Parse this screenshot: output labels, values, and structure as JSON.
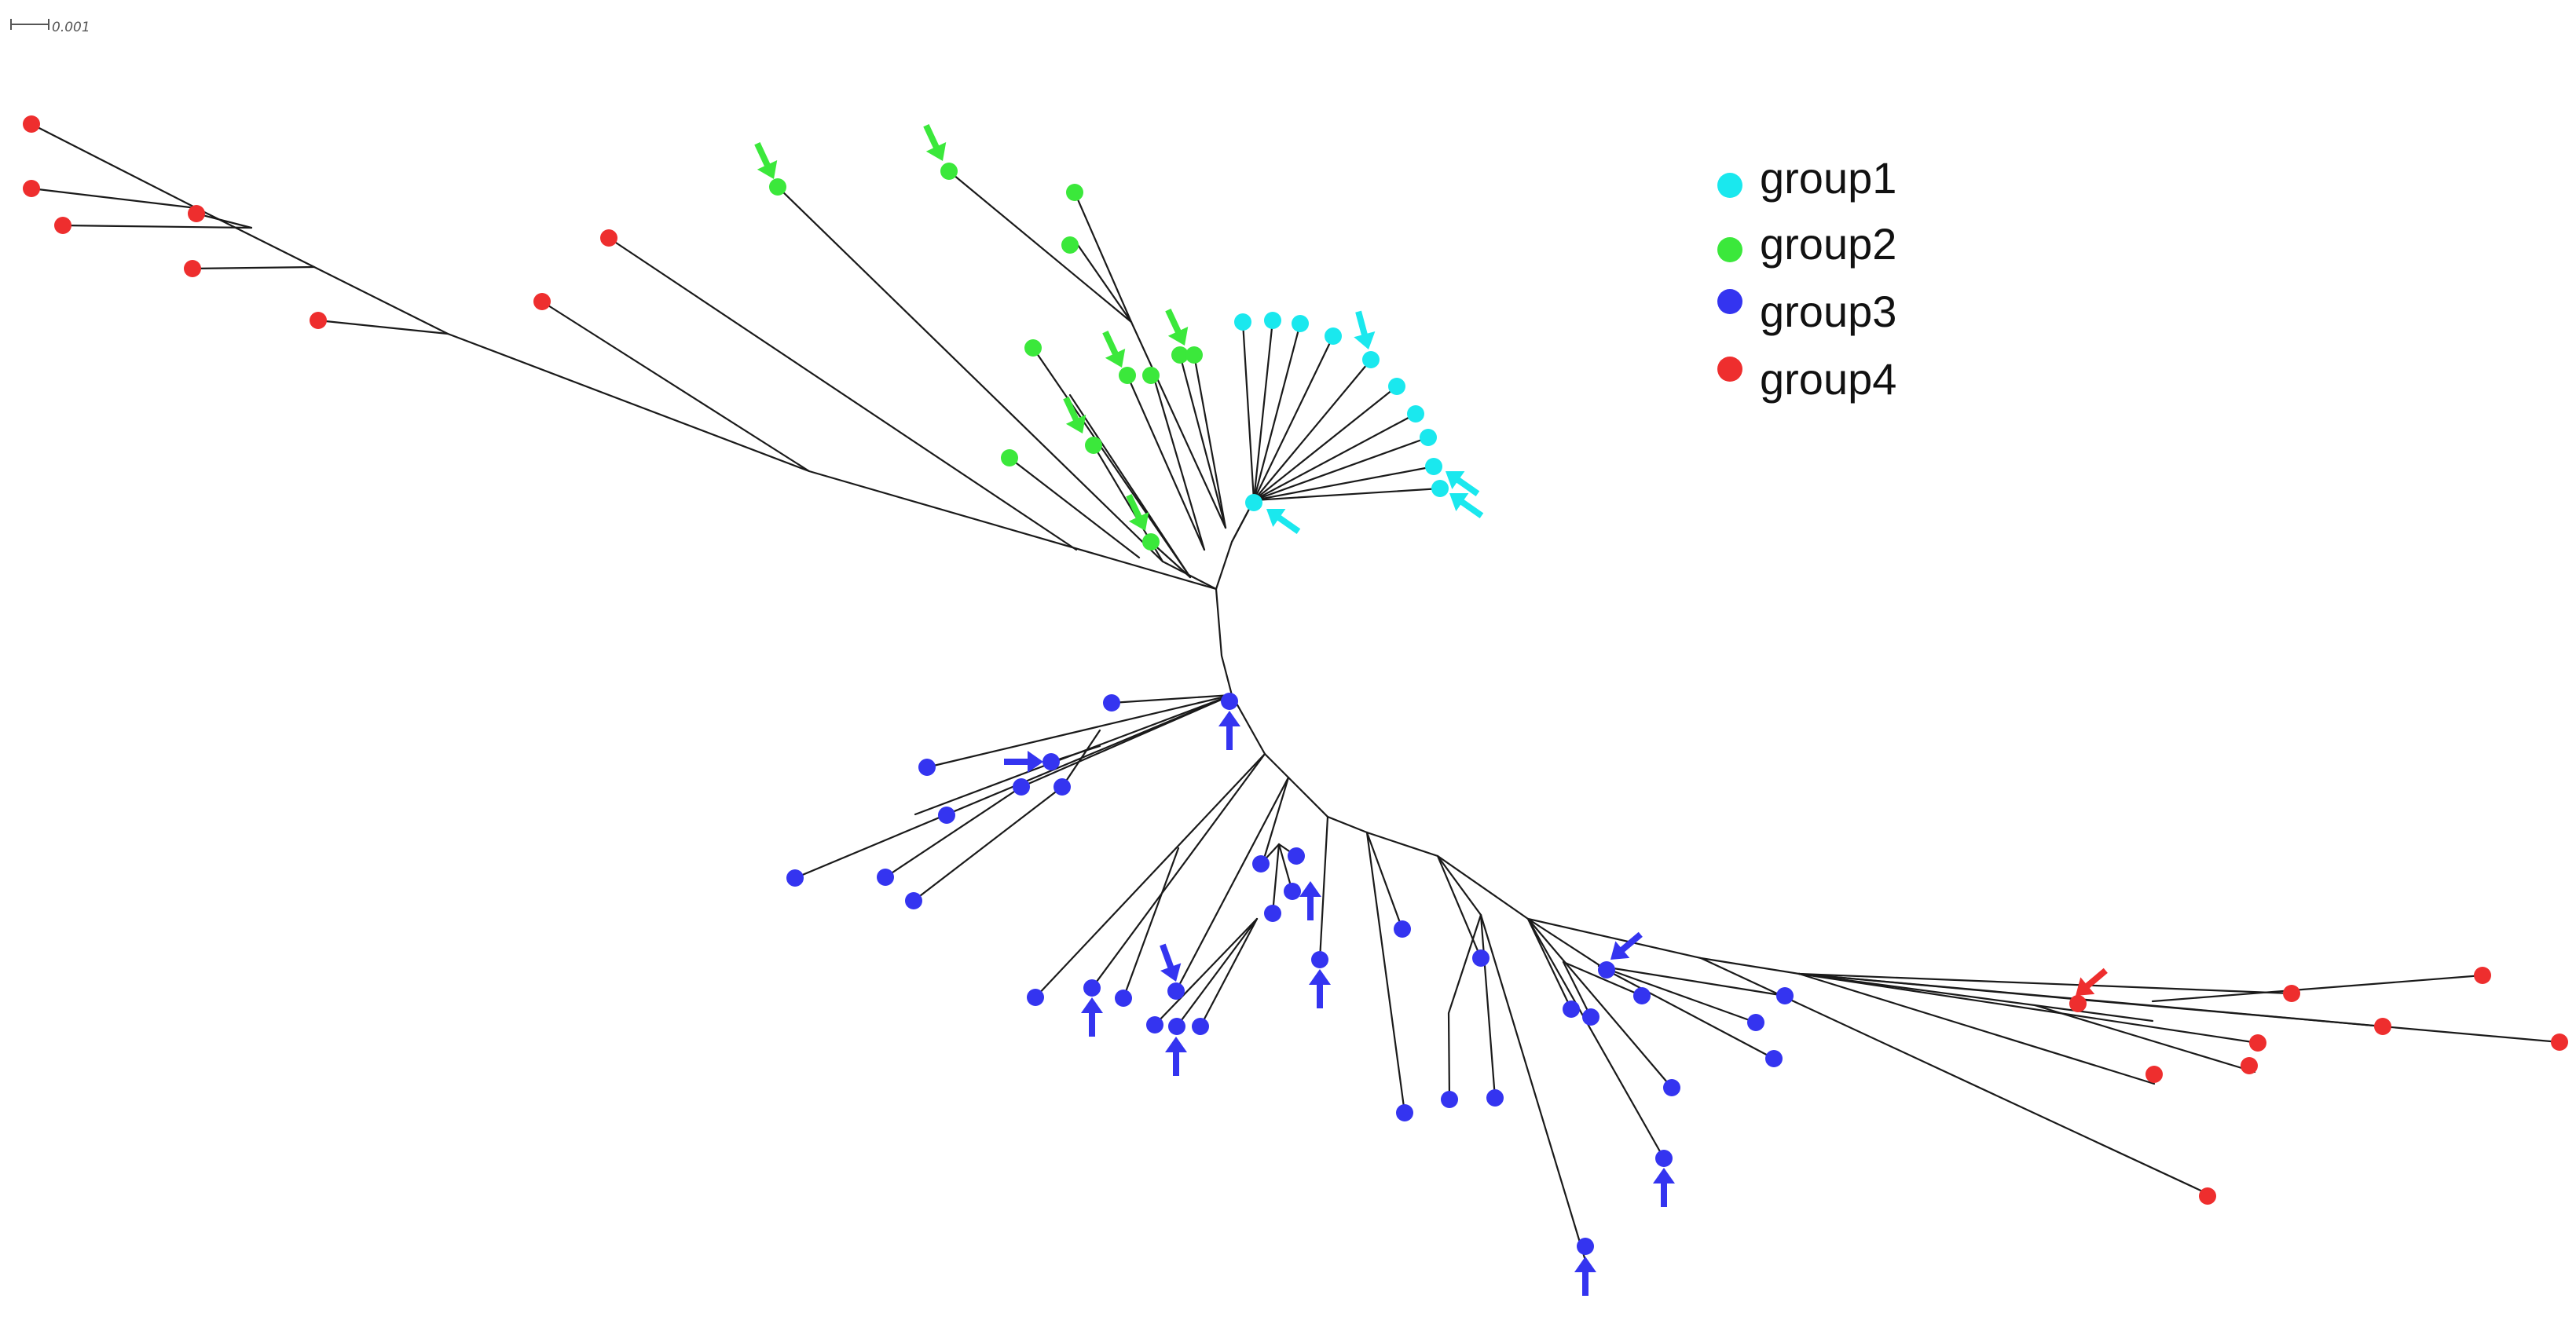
{
  "scale_bar": {
    "label": "0.001"
  },
  "legend": [
    {
      "key": "group1",
      "label": "group1",
      "color": "#1ae8ee"
    },
    {
      "key": "group2",
      "label": "group2",
      "color": "#3be83b"
    },
    {
      "key": "group3",
      "label": "group3",
      "color": "#3434f0"
    },
    {
      "key": "group4",
      "label": "group4",
      "color": "#ee2e2e"
    }
  ],
  "tree": {
    "type": "unrooted-phylogenetic-tree",
    "groups": [
      "group1",
      "group2",
      "group3",
      "group4"
    ],
    "marker_icon": "arrow-icon"
  }
}
